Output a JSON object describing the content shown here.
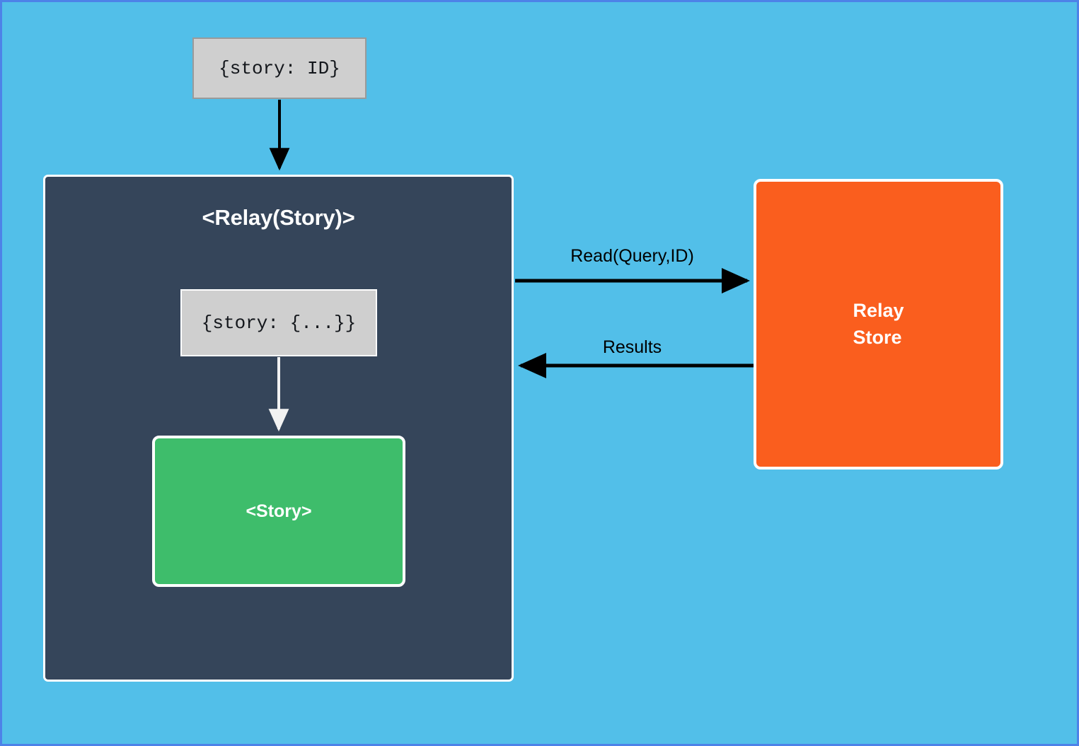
{
  "diagram": {
    "background_color": "#52bfe9",
    "border_color": "#4d82e8",
    "nodes": {
      "props": {
        "label": "{story: ID}",
        "fill": "#cfcfcf",
        "text_color": "#14171c"
      },
      "relay_container": {
        "title": "<Relay(Story)>",
        "fill": "#35455a",
        "border": "#ffffff",
        "text_color": "#ffffff"
      },
      "state": {
        "label": "{story: {...}}",
        "fill": "#cfcfcf",
        "text_color": "#14171c"
      },
      "story": {
        "label": "<Story>",
        "fill": "#3ebd6b",
        "border": "#ffffff",
        "text_color": "#ffffff"
      },
      "store": {
        "label": "Relay\nStore",
        "fill": "#fa5e1e",
        "border": "#ffffff",
        "text_color": "#ffffff"
      }
    },
    "edges": {
      "props_to_container": {
        "label": "",
        "color": "#000000",
        "direction": "down"
      },
      "state_to_story": {
        "label": "",
        "color": "#f2f2f2",
        "direction": "down"
      },
      "read": {
        "label": "Read(Query,ID)",
        "color": "#000000",
        "direction": "right"
      },
      "results": {
        "label": "Results",
        "color": "#000000",
        "direction": "left"
      }
    }
  }
}
